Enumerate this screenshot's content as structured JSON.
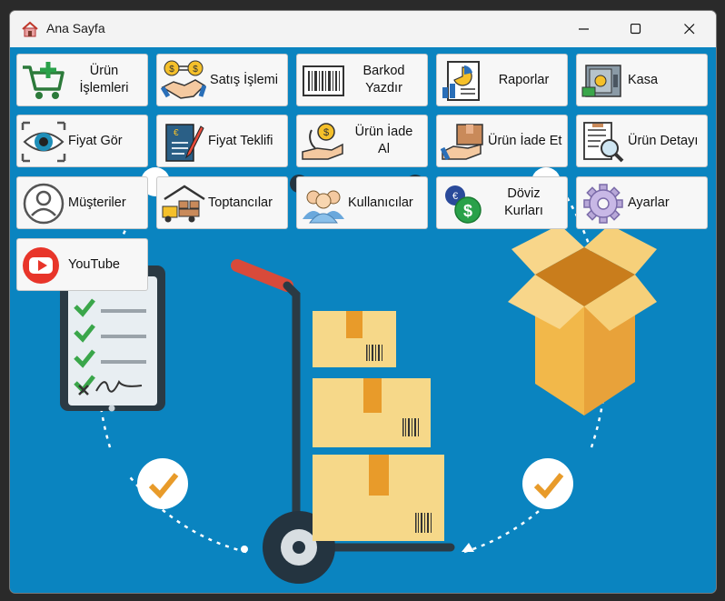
{
  "window": {
    "title": "Ana Sayfa"
  },
  "tiles": [
    {
      "label": "Ürün\nİşlemleri",
      "icon": "cart-add-icon"
    },
    {
      "label": "Satış İşlemi",
      "icon": "handshake-coins-icon"
    },
    {
      "label": "Barkod\nYazdır",
      "icon": "barcode-icon"
    },
    {
      "label": "Raporlar",
      "icon": "report-chart-icon"
    },
    {
      "label": "Kasa",
      "icon": "safe-icon"
    },
    {
      "label": "Fiyat Gör",
      "icon": "eye-icon"
    },
    {
      "label": "Fiyat Teklifi",
      "icon": "quote-document-icon"
    },
    {
      "label": "Ürün İade\nAl",
      "icon": "money-return-icon"
    },
    {
      "label": "Ürün İade Et",
      "icon": "box-return-icon"
    },
    {
      "label": "Ürün Detayı",
      "icon": "document-search-icon"
    },
    {
      "label": "Müşteriler",
      "icon": "user-icon"
    },
    {
      "label": "Toptancılar",
      "icon": "truck-boxes-icon"
    },
    {
      "label": "Kullanıcılar",
      "icon": "users-icon"
    },
    {
      "label": "Döviz\nKurları",
      "icon": "currency-exchange-icon"
    },
    {
      "label": "Ayarlar",
      "icon": "gear-icon"
    },
    {
      "label": "YouTube",
      "icon": "youtube-icon"
    }
  ],
  "colors": {
    "background": "#0a84c0",
    "box": "#f6d889",
    "accent": "#e89b2a"
  }
}
